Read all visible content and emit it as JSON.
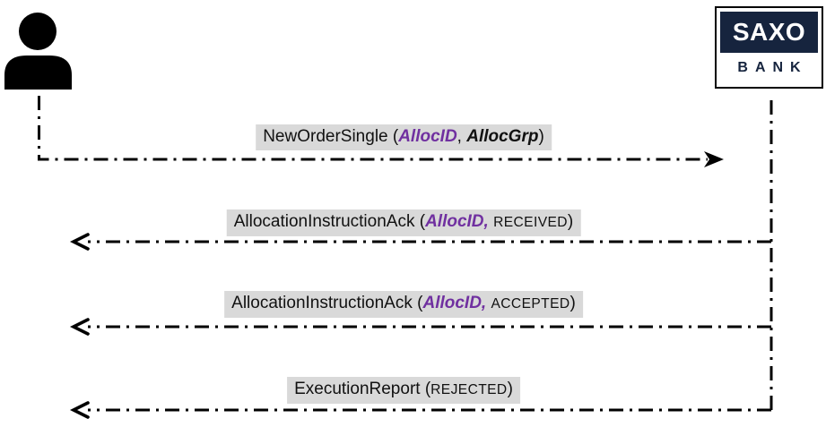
{
  "actors": {
    "client": {
      "icon": "person-icon"
    },
    "bank": {
      "name_top": "SAXO",
      "name_bottom": "BANK"
    }
  },
  "messages": [
    {
      "id": "NewOrderSingle",
      "direction": "right",
      "segments": [
        {
          "text": "NewOrderSingle ("
        },
        {
          "text": "AllocID",
          "style": "purple-bold-italic"
        },
        {
          "text": ", "
        },
        {
          "text": "AllocGrp",
          "style": "black-bold-italic"
        },
        {
          "text": ")"
        }
      ]
    },
    {
      "id": "AllocationInstructionAck-RECEIVED",
      "direction": "left",
      "segments": [
        {
          "text": "AllocationInstructionAck ("
        },
        {
          "text": "AllocID,",
          "style": "purple-bold-italic"
        },
        {
          "text": " "
        },
        {
          "text": "RECEIVED",
          "style": "small-caps"
        },
        {
          "text": ")"
        }
      ]
    },
    {
      "id": "AllocationInstructionAck-ACCEPTED",
      "direction": "left",
      "segments": [
        {
          "text": "AllocationInstructionAck ("
        },
        {
          "text": "AllocID,",
          "style": "purple-bold-italic"
        },
        {
          "text": " "
        },
        {
          "text": "ACCEPTED",
          "style": "small-caps"
        },
        {
          "text": ")"
        }
      ]
    },
    {
      "id": "ExecutionReport",
      "direction": "left",
      "segments": [
        {
          "text": "ExecutionReport ("
        },
        {
          "text": "REJECTED",
          "style": "small-caps"
        },
        {
          "text": ")"
        }
      ]
    }
  ],
  "colors": {
    "accent_purple": "#7030A0",
    "label_background": "#D9D9D9",
    "line": "#000000",
    "logo_navy": "#16243E",
    "logo_text": "#FFFFFF"
  }
}
